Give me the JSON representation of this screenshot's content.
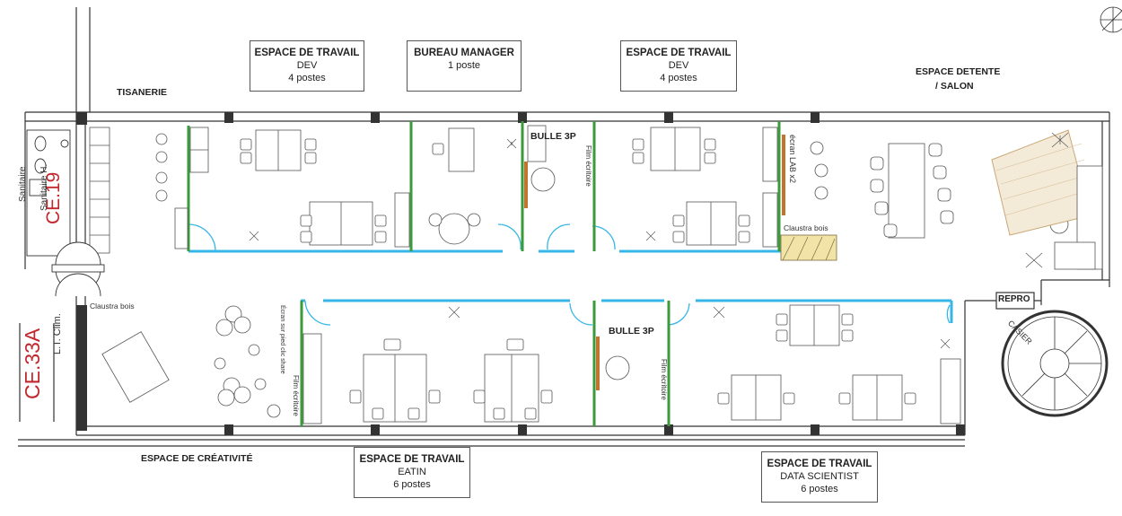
{
  "labels": {
    "top_left_1": {
      "title": "ESPACE DE TRAVAIL",
      "sub": "DEV",
      "count": "4 postes"
    },
    "bureau_manager": {
      "title": "BUREAU MANAGER",
      "count": "1 poste"
    },
    "top_right_1": {
      "title": "ESPACE DE TRAVAIL",
      "sub": "DEV",
      "count": "4 postes"
    },
    "detente_1": "ESPACE DETENTE",
    "detente_2": "/ SALON",
    "tisanerie": "TISANERIE",
    "bulle_top": "BULLE 3P",
    "bulle_bottom": "BULLE 3P",
    "creativite": "ESPACE DE CRÉATIVITÉ",
    "eatin": {
      "title": "ESPACE DE TRAVAIL",
      "sub": "EATIN",
      "count": "6 postes"
    },
    "data_scientist": {
      "title": "ESPACE DE TRAVAIL",
      "sub": "DATA SCIENTIST",
      "count": "6 postes"
    },
    "ce19": "CE.19",
    "ce33a": "CE.33A",
    "lt_clim": "L.T. Clim.",
    "sanitaire_h": "Sanitaire H.",
    "sanitaire": "Sanitaire",
    "claustra_top": "Claustra bois",
    "claustra_left": "Claustra bois",
    "ecran_lab": "écran LAB x2",
    "film_top": "Film écritoire",
    "film_bottom_left": "Film écritoire",
    "film_bottom_right": "Film écritoire",
    "ecran_sur_pied": "Écran sur pied clic share",
    "repro": "REPRO",
    "casier": "CASIER"
  },
  "colors": {
    "partition_glass": "#35b6e6",
    "partition_green": "#3b9a3b",
    "partition_wood": "#c2732e",
    "code_red": "#c0282e",
    "wall": "#333333"
  }
}
